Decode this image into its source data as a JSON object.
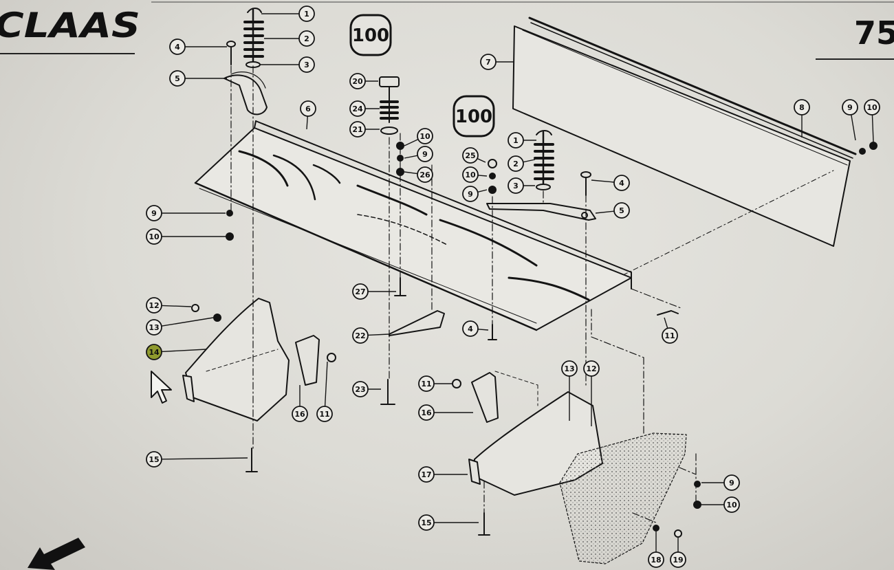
{
  "header": {
    "brand": "CLAAS",
    "page_number": "75"
  },
  "colors": {
    "ink": "#141414",
    "paper": "#e4e3de",
    "highlight": "#8f9a2e"
  },
  "icons": {
    "pointer": "mouse-pointer-icon",
    "arrow": "corner-arrow-icon"
  },
  "stamps": [
    {
      "text": "100"
    },
    {
      "text": "100"
    }
  ],
  "callouts": [
    {
      "label": "1"
    },
    {
      "label": "2"
    },
    {
      "label": "3"
    },
    {
      "label": "4"
    },
    {
      "label": "5"
    },
    {
      "label": "6"
    },
    {
      "label": "7"
    },
    {
      "label": "8"
    },
    {
      "label": "9"
    },
    {
      "label": "10"
    },
    {
      "label": "20"
    },
    {
      "label": "24"
    },
    {
      "label": "21"
    },
    {
      "label": "10"
    },
    {
      "label": "9"
    },
    {
      "label": "26"
    },
    {
      "label": "25"
    },
    {
      "label": "10"
    },
    {
      "label": "9"
    },
    {
      "label": "1"
    },
    {
      "label": "2"
    },
    {
      "label": "3"
    },
    {
      "label": "4"
    },
    {
      "label": "5"
    },
    {
      "label": "9"
    },
    {
      "label": "10"
    },
    {
      "label": "12"
    },
    {
      "label": "13"
    },
    {
      "label": "14",
      "highlighted": true
    },
    {
      "label": "16"
    },
    {
      "label": "11"
    },
    {
      "label": "15"
    },
    {
      "label": "27"
    },
    {
      "label": "22"
    },
    {
      "label": "4"
    },
    {
      "label": "23"
    },
    {
      "label": "11"
    },
    {
      "label": "16"
    },
    {
      "label": "13"
    },
    {
      "label": "12"
    },
    {
      "label": "11"
    },
    {
      "label": "17"
    },
    {
      "label": "15"
    },
    {
      "label": "9"
    },
    {
      "label": "10"
    },
    {
      "label": "18"
    },
    {
      "label": "19"
    }
  ]
}
